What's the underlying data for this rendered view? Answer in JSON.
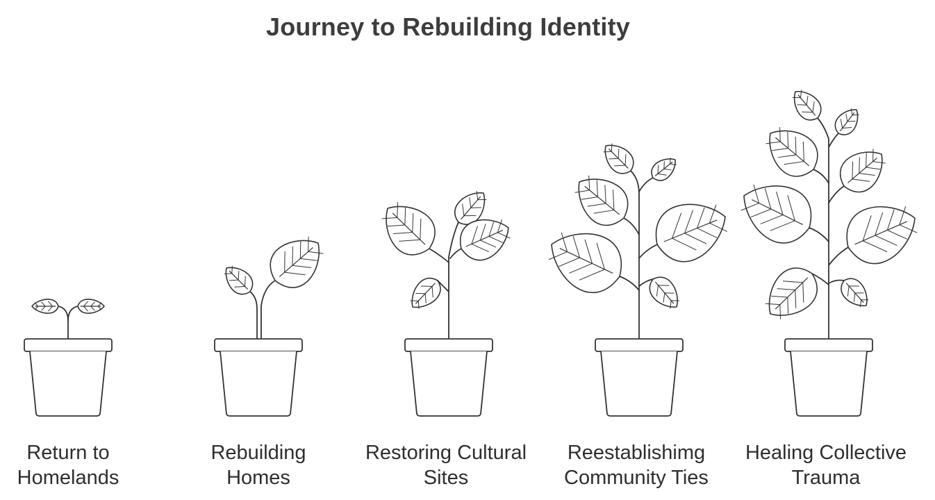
{
  "title": "Journey to Rebuilding Identity",
  "colors": {
    "stroke": "#333333",
    "text": "#2e2e2e",
    "fill": "#ffffff"
  },
  "stages": [
    {
      "line1": "Return to",
      "line2": "Homelands",
      "icon": "seedling-pot-icon"
    },
    {
      "line1": "Rebuilding",
      "line2": "Homes",
      "icon": "sprout-pot-icon"
    },
    {
      "line1": "Restoring Cultural",
      "line2": "Sites",
      "icon": "young-plant-pot-icon"
    },
    {
      "line1": "Reestablishimg",
      "line2": "Community Ties",
      "icon": "growing-plant-pot-icon"
    },
    {
      "line1": "Healing Collective",
      "line2": "Trauma",
      "icon": "mature-plant-pot-icon"
    }
  ]
}
